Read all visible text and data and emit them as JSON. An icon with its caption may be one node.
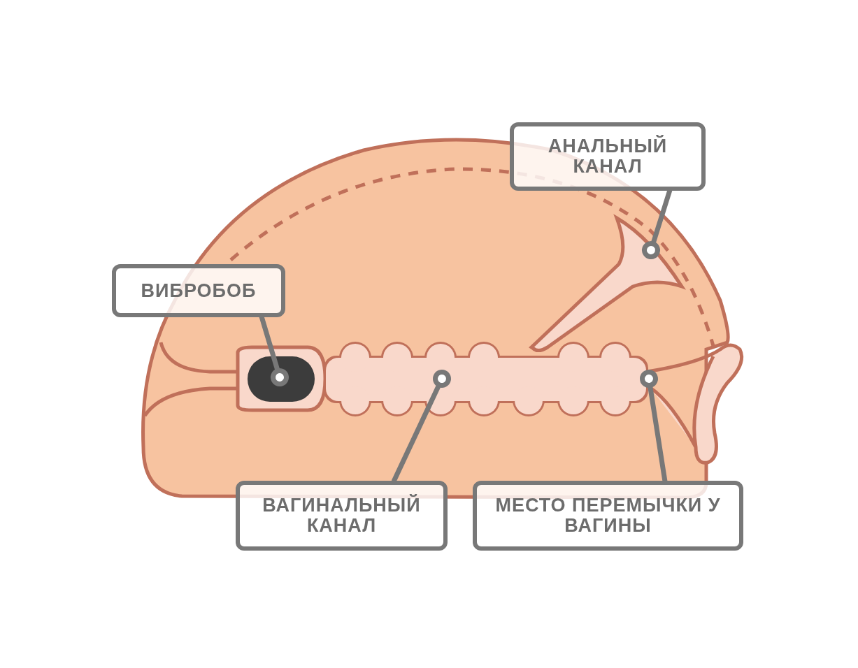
{
  "diagram": {
    "nodes": [
      {
        "text": [
          "АНАЛЬНЫЙ КАНАЛ"
        ]
      },
      {
        "text": [],
        "shape": "picture"
      },
      {
        "text": [
          "ВИБРОБОБ"
        ]
      },
      {
        "text": [],
        "shape": "picture"
      },
      {
        "text": [
          "ВАГИНАЛЬНЫЙ КАНАЛ"
        ]
      },
      {
        "text": [],
        "shape": "picture"
      },
      {
        "text": [
          "МЕСТО ПЕРЕМЫЧКИ У ВАГИНЫ"
        ]
      }
    ],
    "edges": [
      {
        "from": 0,
        "to": 1,
        "arrow": "other"
      },
      {
        "from": 2,
        "to": 3,
        "arrow": "other"
      },
      {
        "from": 4,
        "to": 5,
        "arrow": "other"
      },
      {
        "from": 6,
        "to": 5,
        "arrow": "other"
      }
    ]
  }
}
